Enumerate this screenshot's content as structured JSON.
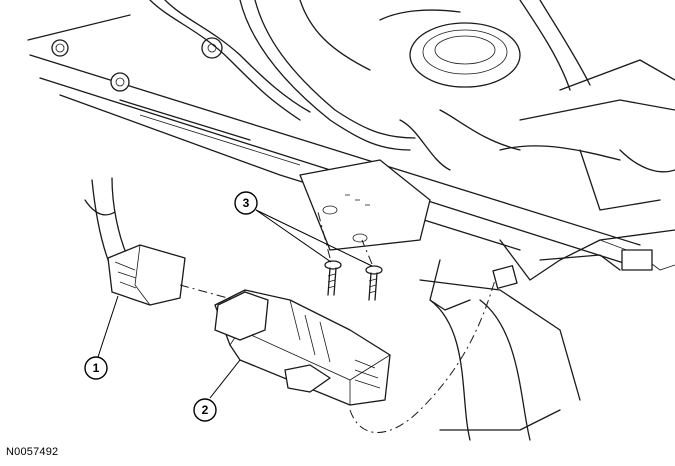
{
  "figure": {
    "id_label": "N0057492"
  },
  "callouts": [
    {
      "number": "1",
      "target": "electrical-connector"
    },
    {
      "number": "2",
      "target": "control-module"
    },
    {
      "number": "3",
      "target": "mounting-bolts"
    }
  ],
  "colors": {
    "line": "#1a1a1a",
    "background": "#ffffff"
  }
}
